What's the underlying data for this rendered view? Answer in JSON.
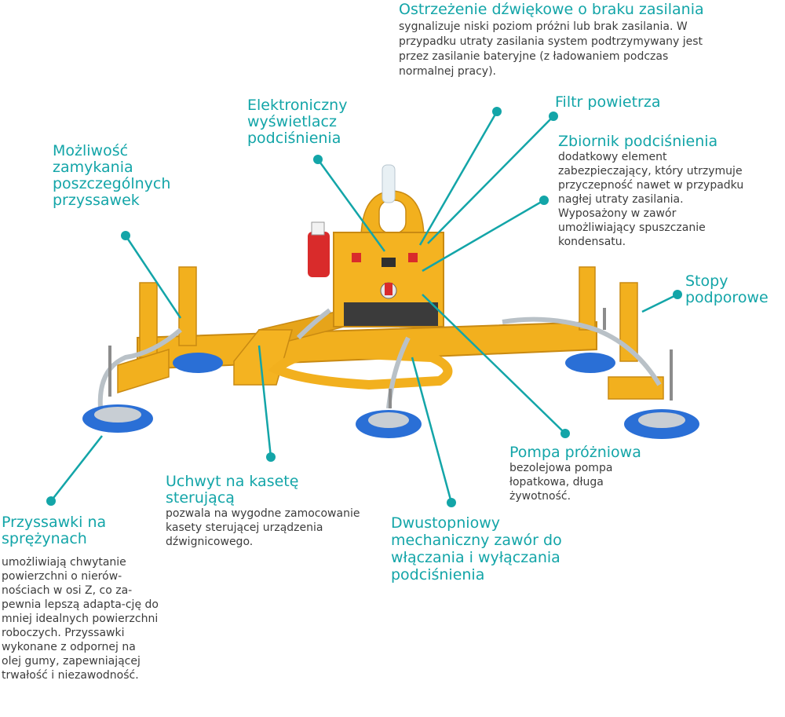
{
  "colors": {
    "accent": "#13a5a8",
    "frame": "#f2b01e",
    "frame_dark": "#d9961a",
    "cup": "#2a6fd6",
    "warning_red": "#d92b2b"
  },
  "labels": {
    "alarm": {
      "title": "Ostrzeżenie dźwiękowe o braku zasilania",
      "desc": "sygnalizuje niski poziom próżni lub brak zasilania. W przypadku utraty zasilania system podtrzymywany jest przez zasilanie bateryjne (z ładowaniem podczas normalnej pracy)."
    },
    "display": {
      "title": "Elektroniczny wyświetlacz podciśnienia"
    },
    "filter": {
      "title": "Filtr powietrza"
    },
    "tank": {
      "title": "Zbiornik podciśnienia",
      "desc": "dodatkowy element zabezpieczający, który utrzymuje przyczepność nawet w przypadku nagłej utraty zasilania. Wyposażony w zawór umożliwiający spuszczanie kondensatu."
    },
    "lock": {
      "title": "Możliwość zamykania poszczególnych przyssawek"
    },
    "feet": {
      "title": "Stopy podporowe"
    },
    "pump": {
      "title": "Pompa próżniowa",
      "desc": "bezolejowa pompa łopatkowa, długa żywotność."
    },
    "holder": {
      "title": "Uchwyt na kasetę sterującą",
      "desc": "pozwala na wygodne zamocowanie kasety sterującej urządzenia dźwignicowego."
    },
    "valve": {
      "title": "Dwustopniowy mechaniczny zawór do włączania i wyłączania podciśnienia"
    },
    "cups": {
      "title": "Przyssawki na sprężynach",
      "desc": "umożliwiają chwytanie powierzchni o nierów-nościach w osi Z, co za-pewnia lepszą adapta-cję do mniej idealnych powierzchni roboczych. Przyssawki wykonane z odpornej na olej gumy, zapewniającej trwałość i niezawodność."
    }
  }
}
